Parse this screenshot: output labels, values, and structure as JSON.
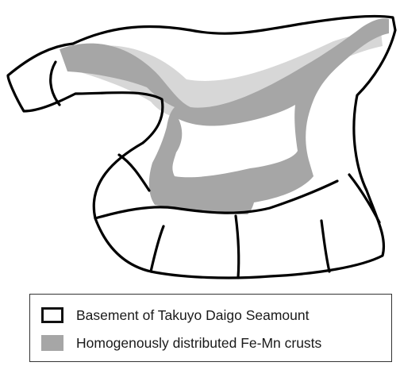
{
  "legend": {
    "items": [
      {
        "label": "Basement of Takuyo Daigo Seamount",
        "swatch": "outlined-white-box"
      },
      {
        "label": "Homogenously distributed Fe-Mn crusts",
        "swatch": "grey-filled-box"
      }
    ]
  },
  "colors": {
    "outline": "#000000",
    "crust": "#a6a6a6",
    "light_crust": "#d7d7d7",
    "background": "#ffffff"
  }
}
